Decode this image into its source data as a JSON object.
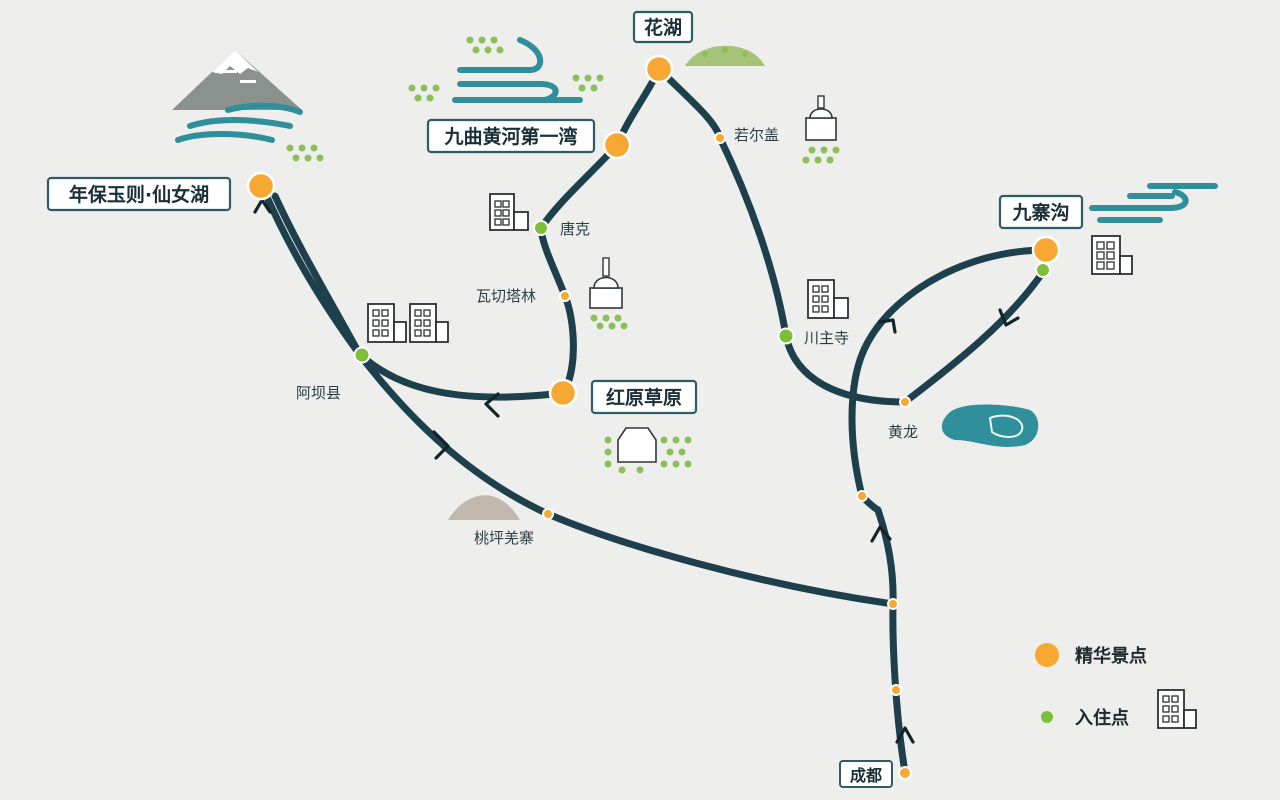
{
  "destinations": [
    {
      "id": "huahu",
      "name": "花湖"
    },
    {
      "id": "jiuqu",
      "name": "九曲黄河第一湾"
    },
    {
      "id": "nianbao",
      "name": "年保玉则·仙女湖"
    },
    {
      "id": "jiuzhaigou",
      "name": "九寨沟"
    },
    {
      "id": "hongyuan",
      "name": "红原草原"
    },
    {
      "id": "chengdu",
      "name": "成都"
    }
  ],
  "towns": [
    {
      "id": "ruoergai",
      "name": "若尔盖"
    },
    {
      "id": "jvke",
      "name": "唐克"
    },
    {
      "id": "waqie",
      "name": "瓦切塔林"
    },
    {
      "id": "aba",
      "name": "阿坝县"
    },
    {
      "id": "chuanzhusi",
      "name": "川主寺"
    },
    {
      "id": "huanglong",
      "name": "黄龙"
    },
    {
      "id": "taoping",
      "name": "桃坪羌寨"
    }
  ],
  "legend": {
    "highlight_label": "精华景点",
    "stay_label": "入住点"
  },
  "colors": {
    "route": "#1e3f4c",
    "highlight": "#f6a833",
    "stay": "#7cbf3a",
    "water": "#2f8f9a",
    "background": "#eeefec"
  },
  "icons": [
    "mountain-icon",
    "river-icon",
    "hill-icon",
    "stupa-icon",
    "building-icon",
    "lake-icon",
    "yurt-icon"
  ]
}
